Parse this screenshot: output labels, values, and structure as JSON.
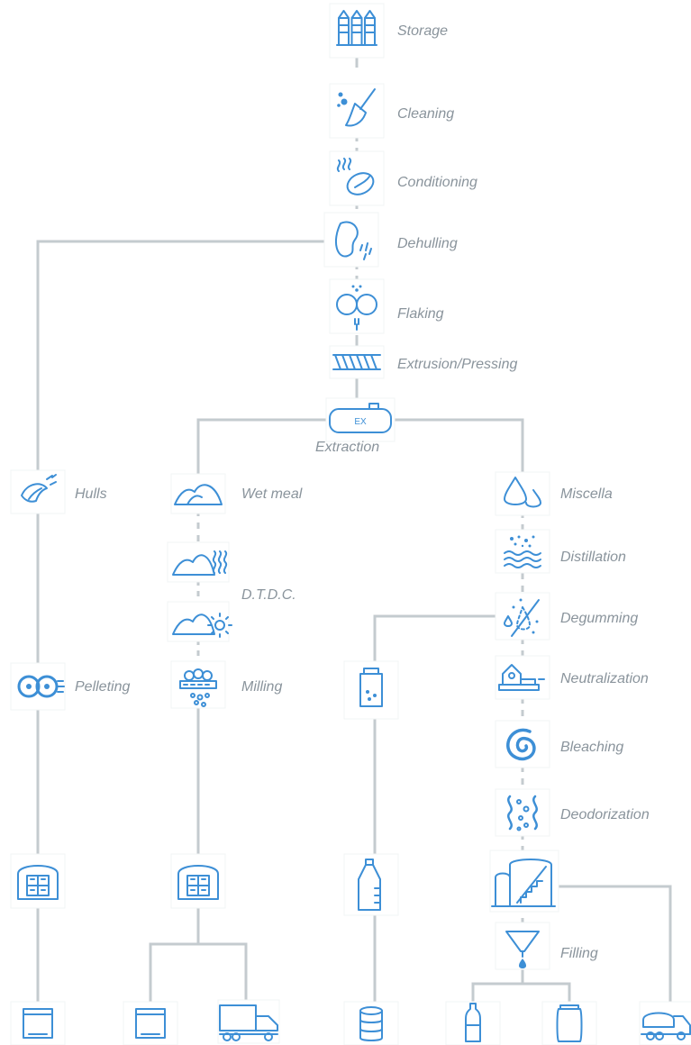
{
  "colors": {
    "connector": "#c4cbcf",
    "icon": "#3d8fd6",
    "label": "#8a949c"
  },
  "steps": {
    "storage": {
      "label": "Storage",
      "icon": "silo-icon"
    },
    "cleaning": {
      "label": "Cleaning",
      "icon": "broom-icon"
    },
    "conditioning": {
      "label": "Conditioning",
      "icon": "steam-bean-icon"
    },
    "dehulling": {
      "label": "Dehulling",
      "icon": "bean-air-icon"
    },
    "flaking": {
      "label": "Flaking",
      "icon": "rollers-icon"
    },
    "extrusion": {
      "label": "Extrusion/Pressing",
      "icon": "screw-press-icon"
    },
    "extraction": {
      "label": "Extraction",
      "icon": "extractor-tank-icon",
      "badge": "EX"
    },
    "hulls": {
      "label": "Hulls",
      "icon": "hulls-icon"
    },
    "pelleting": {
      "label": "Pelleting",
      "icon": "pellet-die-icon"
    },
    "wet_meal": {
      "label": "Wet meal",
      "icon": "meal-pile-icon"
    },
    "dtdc": {
      "label": "D.T.D.C.",
      "icon": "meal-steam-icon"
    },
    "milling": {
      "label": "Milling",
      "icon": "mill-icon"
    },
    "miscella": {
      "label": "Miscella",
      "icon": "drops-icon"
    },
    "distillation": {
      "label": "Distillation",
      "icon": "distillation-icon"
    },
    "degumming": {
      "label": "Degumming",
      "icon": "degumming-icon"
    },
    "neutralization": {
      "label": "Neutralization",
      "icon": "neutralizer-icon"
    },
    "bleaching": {
      "label": "Bleaching",
      "icon": "swirl-icon"
    },
    "deodorization": {
      "label": "Deodorization",
      "icon": "deodorizer-icon"
    },
    "filling": {
      "label": "Filling",
      "icon": "funnel-icon"
    }
  },
  "endpoints": [
    {
      "icon": "warehouse-icon"
    },
    {
      "icon": "warehouse-icon"
    },
    {
      "icon": "oil-tanks-icon"
    },
    {
      "icon": "lecithin-vial-icon"
    },
    {
      "icon": "lecithin-container-icon"
    },
    {
      "icon": "bag-icon"
    },
    {
      "icon": "bag-icon"
    },
    {
      "icon": "truck-icon"
    },
    {
      "icon": "drum-icon"
    },
    {
      "icon": "bottle-icon"
    },
    {
      "icon": "jar-icon"
    },
    {
      "icon": "tanker-truck-icon"
    }
  ]
}
